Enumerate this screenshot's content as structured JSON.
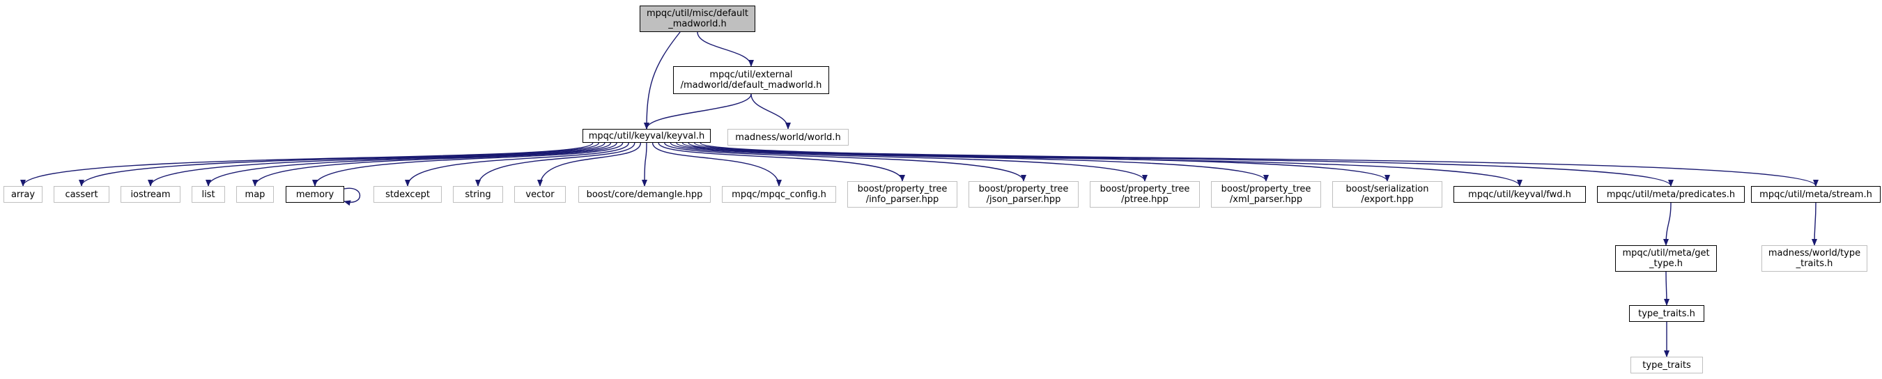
{
  "graph": {
    "edge_color": "#191970",
    "nodes": [
      {
        "id": "default_madworld",
        "label": "mpqc/util/misc/default\n_madworld.h",
        "kind": "root"
      },
      {
        "id": "external_default_madworld",
        "label": "mpqc/util/external\n/madworld/default_madworld.h",
        "kind": "doc"
      },
      {
        "id": "keyval",
        "label": "mpqc/util/keyval/keyval.h",
        "kind": "doc"
      },
      {
        "id": "madness_world",
        "label": "madness/world/world.h",
        "kind": "ext"
      },
      {
        "id": "array",
        "label": "array",
        "kind": "ext"
      },
      {
        "id": "cassert",
        "label": "cassert",
        "kind": "ext"
      },
      {
        "id": "iostream",
        "label": "iostream",
        "kind": "ext"
      },
      {
        "id": "list",
        "label": "list",
        "kind": "ext"
      },
      {
        "id": "map",
        "label": "map",
        "kind": "ext"
      },
      {
        "id": "memory",
        "label": "memory",
        "kind": "doc"
      },
      {
        "id": "stdexcept",
        "label": "stdexcept",
        "kind": "ext"
      },
      {
        "id": "string",
        "label": "string",
        "kind": "ext"
      },
      {
        "id": "vector",
        "label": "vector",
        "kind": "ext"
      },
      {
        "id": "demangle",
        "label": "boost/core/demangle.hpp",
        "kind": "ext"
      },
      {
        "id": "mpqc_config",
        "label": "mpqc/mpqc_config.h",
        "kind": "ext"
      },
      {
        "id": "info_parser",
        "label": "boost/property_tree\n/info_parser.hpp",
        "kind": "ext"
      },
      {
        "id": "json_parser",
        "label": "boost/property_tree\n/json_parser.hpp",
        "kind": "ext"
      },
      {
        "id": "ptree",
        "label": "boost/property_tree\n/ptree.hpp",
        "kind": "ext"
      },
      {
        "id": "xml_parser",
        "label": "boost/property_tree\n/xml_parser.hpp",
        "kind": "ext"
      },
      {
        "id": "serialization_export",
        "label": "boost/serialization\n/export.hpp",
        "kind": "ext"
      },
      {
        "id": "keyval_fwd",
        "label": "mpqc/util/keyval/fwd.h",
        "kind": "doc"
      },
      {
        "id": "predicates",
        "label": "mpqc/util/meta/predicates.h",
        "kind": "doc"
      },
      {
        "id": "stream",
        "label": "mpqc/util/meta/stream.h",
        "kind": "doc"
      },
      {
        "id": "get_type",
        "label": "mpqc/util/meta/get\n_type.h",
        "kind": "doc"
      },
      {
        "id": "madness_type_traits",
        "label": "madness/world/type\n_traits.h",
        "kind": "ext"
      },
      {
        "id": "type_traits_h",
        "label": "type_traits.h",
        "kind": "doc"
      },
      {
        "id": "type_traits",
        "label": "type_traits",
        "kind": "ext"
      }
    ],
    "edges": [
      [
        "default_madworld",
        "keyval"
      ],
      [
        "default_madworld",
        "external_default_madworld"
      ],
      [
        "external_default_madworld",
        "keyval"
      ],
      [
        "external_default_madworld",
        "madness_world"
      ],
      [
        "keyval",
        "array"
      ],
      [
        "keyval",
        "cassert"
      ],
      [
        "keyval",
        "iostream"
      ],
      [
        "keyval",
        "list"
      ],
      [
        "keyval",
        "map"
      ],
      [
        "keyval",
        "memory"
      ],
      [
        "memory",
        "memory"
      ],
      [
        "keyval",
        "stdexcept"
      ],
      [
        "keyval",
        "string"
      ],
      [
        "keyval",
        "vector"
      ],
      [
        "keyval",
        "demangle"
      ],
      [
        "keyval",
        "mpqc_config"
      ],
      [
        "keyval",
        "info_parser"
      ],
      [
        "keyval",
        "json_parser"
      ],
      [
        "keyval",
        "ptree"
      ],
      [
        "keyval",
        "xml_parser"
      ],
      [
        "keyval",
        "serialization_export"
      ],
      [
        "keyval",
        "keyval_fwd"
      ],
      [
        "keyval",
        "predicates"
      ],
      [
        "keyval",
        "stream"
      ],
      [
        "predicates",
        "get_type"
      ],
      [
        "get_type",
        "type_traits_h"
      ],
      [
        "type_traits_h",
        "type_traits"
      ],
      [
        "stream",
        "madness_type_traits"
      ]
    ]
  }
}
